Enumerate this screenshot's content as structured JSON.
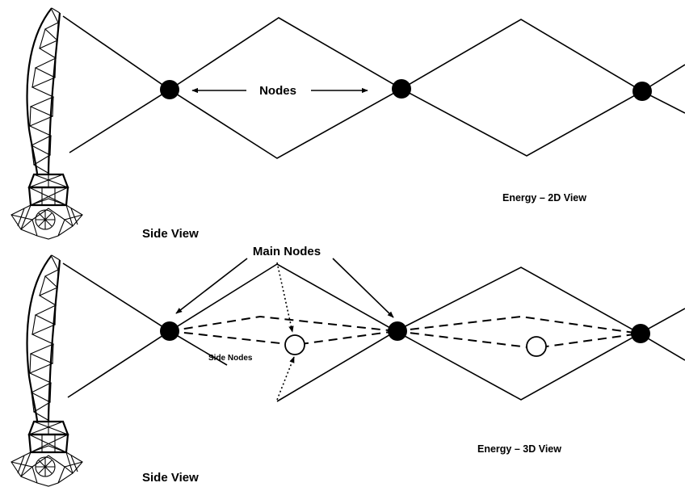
{
  "panels": [
    {
      "side_view_label": "Side View",
      "energy_label": "Energy – 2D View",
      "nodes_label": "Nodes"
    },
    {
      "side_view_label": "Side View",
      "energy_label": "Energy – 3D View",
      "main_nodes_label": "Main Nodes",
      "side_nodes_label": "Side Nodes"
    }
  ],
  "colors": {
    "ink": "#000000",
    "background": "#ffffff"
  }
}
